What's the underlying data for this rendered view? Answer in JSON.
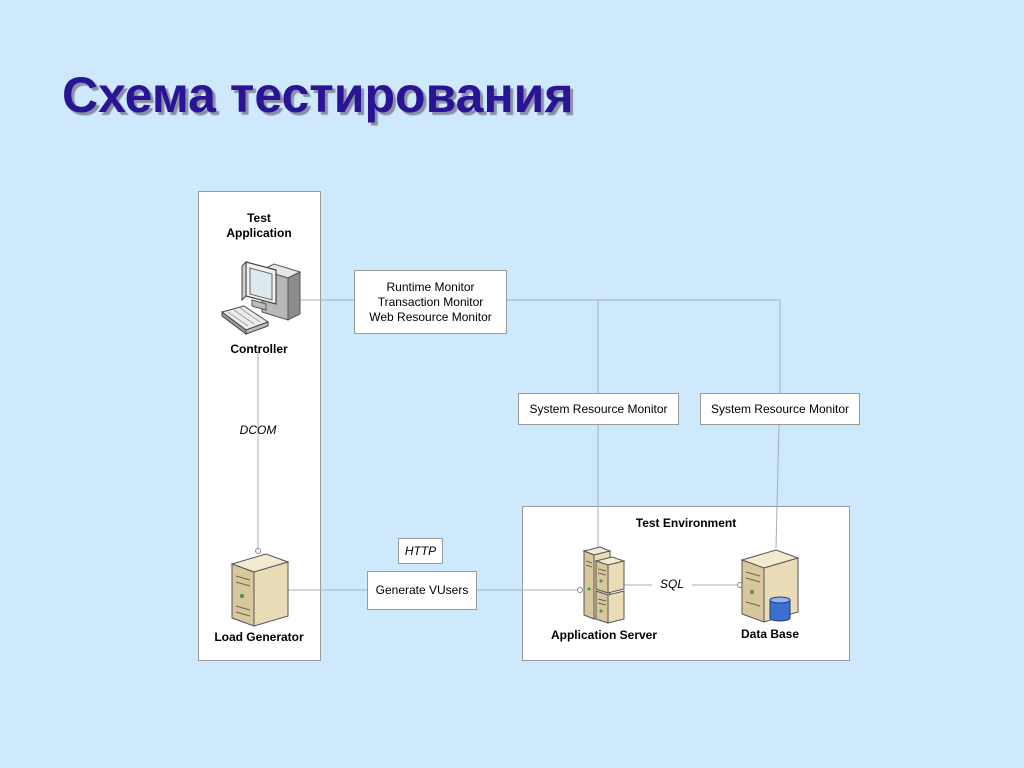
{
  "slide": {
    "title": "Схема тестирования"
  },
  "test_application": {
    "heading_line1": "Test",
    "heading_line2": "Application",
    "controller_label": "Controller",
    "dcom_label": "DCOM",
    "load_generator_label": "Load Generator"
  },
  "monitors": {
    "runtime": "Runtime Monitor",
    "transaction": "Transaction Monitor",
    "web_resource": "Web Resource Monitor",
    "system_resource_1": "System Resource Monitor",
    "system_resource_2": "System Resource Monitor"
  },
  "traffic": {
    "http_label": "HTTP",
    "vusers_label": "Generate VUsers"
  },
  "test_environment": {
    "heading": "Test Environment",
    "app_server_label": "Application Server",
    "sql_label": "SQL",
    "database_label": "Data Base"
  },
  "colors": {
    "background": "#cfe9fc",
    "title": "#2a1496",
    "connector": "#9fb0bb"
  }
}
